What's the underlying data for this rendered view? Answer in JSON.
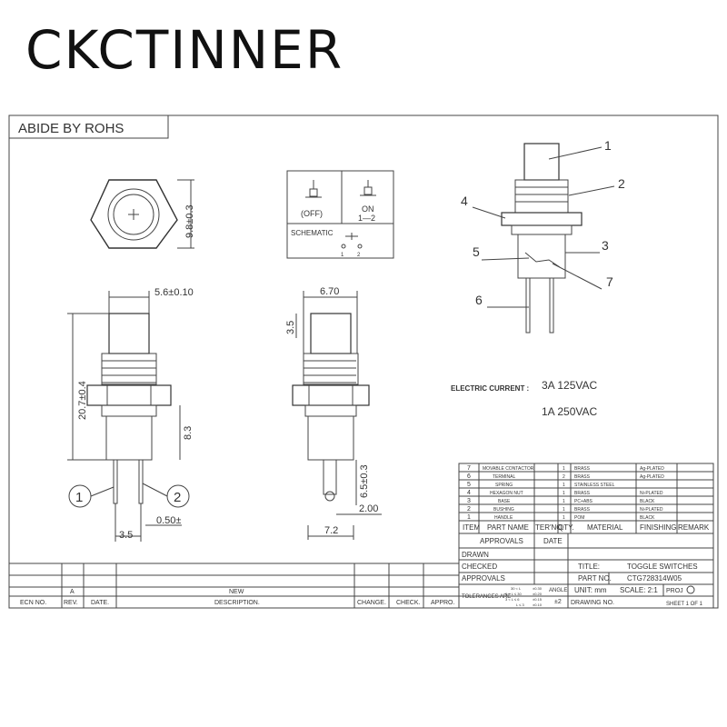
{
  "brand": "CKCTINNER",
  "rohs": "ABIDE BY ROHS",
  "dims": {
    "hex_height": "9.8±0.3",
    "width_top": "5.6±0.10",
    "body_len": "20.7±0.4",
    "bottom_len": "8.3",
    "pin_gap": "3.5",
    "pin_thick": "0.50±",
    "side_width": "6.70",
    "cap_h": "3.5",
    "pin_len": "6.5±0.3",
    "pin_w": "2.00",
    "side_bottom": "7.2"
  },
  "schematic": {
    "off": "(OFF)",
    "on": "ON",
    "on_sub": "1—2",
    "label": "SCHEMATIC",
    "p1": "1",
    "p2": "2"
  },
  "circles": {
    "c1": "1",
    "c2": "2"
  },
  "callouts": [
    "1",
    "2",
    "3",
    "4",
    "5",
    "6",
    "7"
  ],
  "electric": {
    "label": "ELECTRIC CURRENT :",
    "v1": "3A 125VAC",
    "v2": "1A 250VAC"
  },
  "bom": {
    "rows": [
      {
        "item": "7",
        "name": "MOVABLE CONTACTOR",
        "qty": "1",
        "material": "BRASS",
        "finish": "Ag-PLATED"
      },
      {
        "item": "6",
        "name": "TERMINAL",
        "qty": "2",
        "material": "BRASS",
        "finish": "Ag-PLATED"
      },
      {
        "item": "5",
        "name": "SPRING",
        "qty": "1",
        "material": "STAINLESS STEEL",
        "finish": ""
      },
      {
        "item": "4",
        "name": "HEXAGON NUT",
        "qty": "1",
        "material": "BRASS",
        "finish": "Ni-PLATED"
      },
      {
        "item": "3",
        "name": "BASE",
        "qty": "1",
        "material": "PC+ABS",
        "finish": "BLACK"
      },
      {
        "item": "2",
        "name": "BUSHING",
        "qty": "1",
        "material": "BRASS",
        "finish": "Ni-PLATED"
      },
      {
        "item": "1",
        "name": "HANDLE",
        "qty": "1",
        "material": "POM",
        "finish": "BLACK"
      }
    ],
    "headers": {
      "item": "ITEM",
      "name": "PART NAME",
      "ter": "TER'NO.",
      "qty": "QTY.",
      "material": "MATERIAL",
      "finish": "FINISHING",
      "remark": "REMARK"
    }
  },
  "title_block": {
    "approvals": "APPROVALS",
    "date": "DATE",
    "drawn": "DRAWN",
    "checked": "CHECKED",
    "approvals2": "APPROVALS",
    "title_label": "TITLE:",
    "title": "TOGGLE SWITCHES",
    "part_label": "PART NO.",
    "part": "CTG728314W05",
    "unit": "UNIT: mm",
    "scale": "SCALE: 2:1",
    "proj": "PROJ",
    "tolerances": "TOLERANCES ARE",
    "angle": "ANGLE",
    "angle_v": "±2",
    "drawing_no": "DRAWING NO.",
    "sheet": "SHEET 1 OF 1",
    "tol": [
      "30 < L",
      "±0.30",
      "6 < L ≤ 30",
      "±0.20",
      "3 < L ≤ 6",
      "±0.15",
      "L ≤ 3",
      "±0.10"
    ]
  },
  "revision": {
    "a": "A",
    "new": "NEW",
    "headers": [
      "ECN NO.",
      "REV.",
      "DATE.",
      "DESCRIPTION.",
      "CHANGE.",
      "CHECK.",
      "APPRO."
    ]
  }
}
